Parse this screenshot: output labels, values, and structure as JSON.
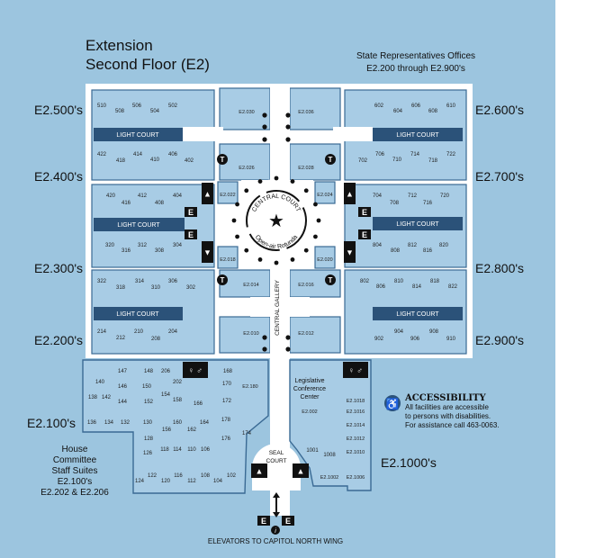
{
  "title": {
    "line1": "Extension",
    "line2": "Second Floor (E2)"
  },
  "header_right": {
    "line1": "State Representatives Offices",
    "line2": "E2.200 through E2.900's"
  },
  "wing_labels": {
    "w500": "E2.500's",
    "w400": "E2.400's",
    "w300": "E2.300's",
    "w200": "E2.200's",
    "w600": "E2.600's",
    "w700": "E2.700's",
    "w800": "E2.800's",
    "w900": "E2.900's",
    "w100": "E2.100's",
    "w1000": "E2.1000's"
  },
  "house_committee": [
    "House",
    "Committee",
    "Staff Suites",
    "E2.100's",
    "E2.202 & E2.206"
  ],
  "accessibility": {
    "title": "ACCESSIBILITY",
    "lines": [
      "All facilities are accessible",
      "to persons with disabilities.",
      "For assistance call 463-0063."
    ]
  },
  "footer": "ELEVATORS TO CAPITOL NORTH WING",
  "light_court": "LIGHT COURT",
  "central_court": {
    "top": "CENTRAL COURT",
    "bottom": "Open-air Rotunda"
  },
  "central_gallery": "CENTRAL GALLERY",
  "seal_court": [
    "SEAL",
    "COURT"
  ],
  "conference": [
    "Legislative",
    "Conference",
    "Center"
  ],
  "sign_labels": {
    "elevator": "E",
    "tunnel": "T"
  },
  "rooms": [
    "510",
    "508",
    "506",
    "504",
    "502",
    "422",
    "418",
    "414",
    "410",
    "406",
    "402",
    "420",
    "416",
    "412",
    "408",
    "404",
    "320",
    "316",
    "312",
    "308",
    "304",
    "322",
    "318",
    "314",
    "310",
    "306",
    "302",
    "214",
    "212",
    "210",
    "208",
    "204",
    "602",
    "604",
    "606",
    "608",
    "610",
    "702",
    "706",
    "710",
    "714",
    "718",
    "722",
    "704",
    "708",
    "712",
    "716",
    "720",
    "804",
    "808",
    "812",
    "816",
    "820",
    "802",
    "806",
    "810",
    "814",
    "818",
    "822",
    "902",
    "904",
    "906",
    "908",
    "910",
    "E2.030",
    "E2.036",
    "E2.026",
    "E2.028",
    "E2.022",
    "E2.024",
    "E2.018",
    "E2.020",
    "E2.014",
    "E2.016",
    "E2.010",
    "E2.012",
    "147",
    "148",
    "206",
    "140",
    "146",
    "150",
    "202",
    "168",
    "170",
    "E2.180",
    "138",
    "142",
    "144",
    "152",
    "154",
    "158",
    "166",
    "172",
    "136",
    "134",
    "132",
    "130",
    "160",
    "164",
    "178",
    "156",
    "162",
    "174",
    "176",
    "128",
    "126",
    "118",
    "114",
    "110",
    "106",
    "124",
    "122",
    "120",
    "116",
    "112",
    "108",
    "104",
    "102",
    "E2.002",
    "E2.1018",
    "E2.1016",
    "E2.1014",
    "E2.1012",
    "E2.1010",
    "1001",
    "1008",
    "E2.1002",
    "E2.1006"
  ],
  "colors": {
    "background": "#9cc5df",
    "room": "#a8cce5",
    "wall": "#3a6a94",
    "light_court": "#2b5279",
    "corridor": "#ffffff"
  }
}
